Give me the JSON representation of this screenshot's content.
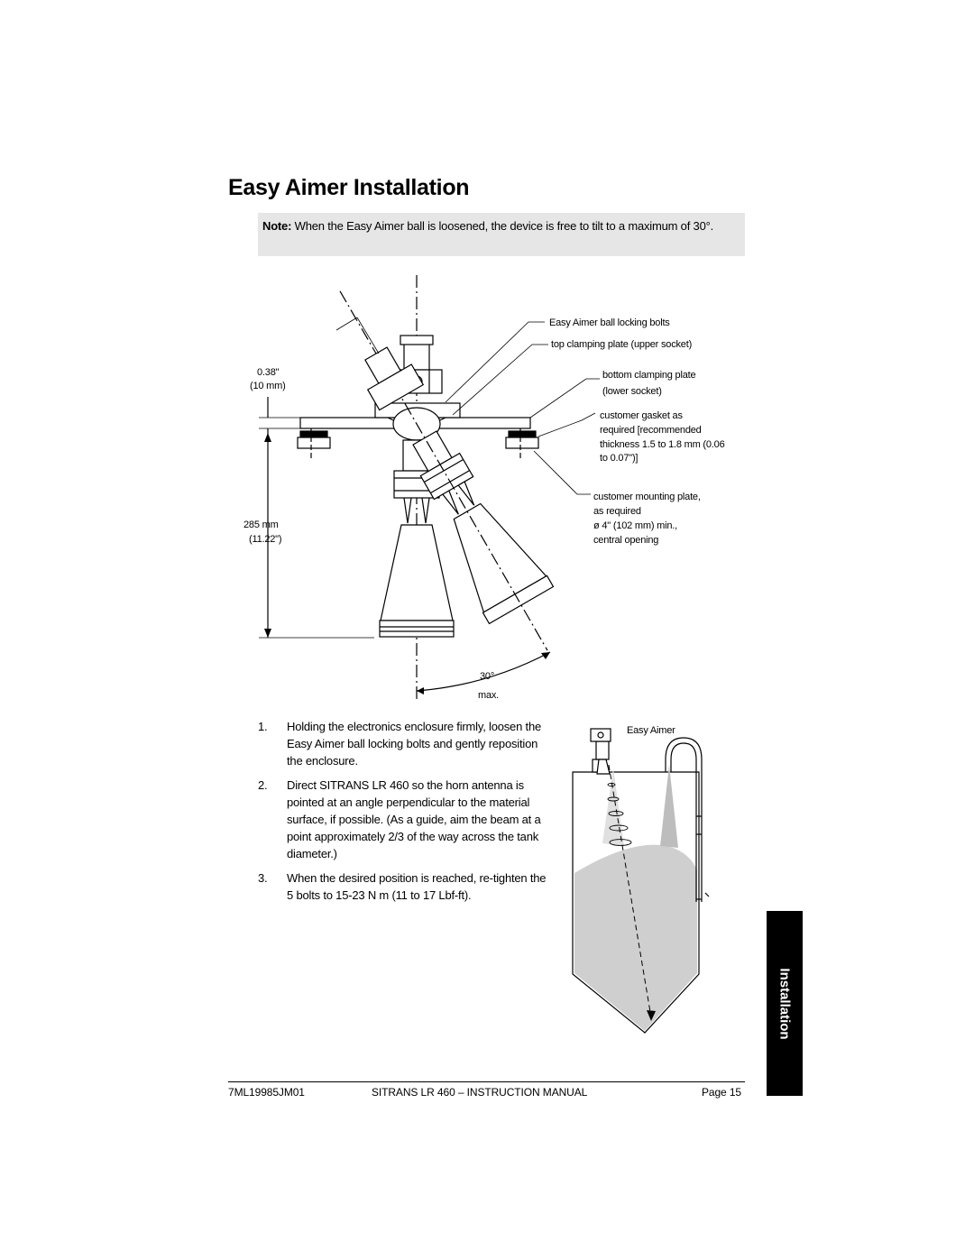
{
  "page": {
    "title": "Easy Aimer Installation",
    "note_label": "Note:",
    "note_text": "When the Easy Aimer ball is loosened, the device is free to tilt to a maximum of 30°."
  },
  "diagram": {
    "callouts": {
      "ball_bolts": "Easy Aimer ball locking bolts",
      "top_plate": "top clamping plate (upper socket)",
      "bottom_plate_1": "bottom clamping plate",
      "bottom_plate_2": "(lower socket)",
      "gasket_1": "customer gasket as",
      "gasket_2": "required [recommended",
      "gasket_3": "thickness 1.5 to 1.8 mm (0.06",
      "gasket_4": "to 0.07\")]",
      "mount_1": "customer mounting plate,",
      "mount_2": "as required",
      "mount_3": "ø 4\" (102 mm) min.,",
      "mount_4": "central opening"
    },
    "dims": {
      "gap_in": "0.38\"",
      "gap_mm": "(10 mm)",
      "len_mm": "285 mm",
      "len_in": "(11.22\")",
      "angle": "30°",
      "angle_max": "max."
    }
  },
  "tank_figure": {
    "label": "Easy Aimer"
  },
  "steps": [
    {
      "num": "1.",
      "text": "Holding the electronics enclosure firmly, loosen the Easy Aimer ball locking bolts and gently reposition the enclosure."
    },
    {
      "num": "2.",
      "text": "Direct SITRANS LR 460 so the horn antenna is pointed at an angle perpendicular to the material surface, if possible. (As a guide, aim the beam at a point approximately 2/3 of the way across the tank diameter.)"
    },
    {
      "num": "3.",
      "text": "When the desired position is reached, re-tighten the 5 bolts to 15-23 N m (11 to 17 Lbf-ft)."
    }
  ],
  "footer": {
    "doc_number": "7ML19985JM01",
    "manual_title": "SITRANS LR 460 – INSTRUCTION MANUAL",
    "page": "Page 15"
  },
  "side_tab": {
    "label": "Installation"
  }
}
